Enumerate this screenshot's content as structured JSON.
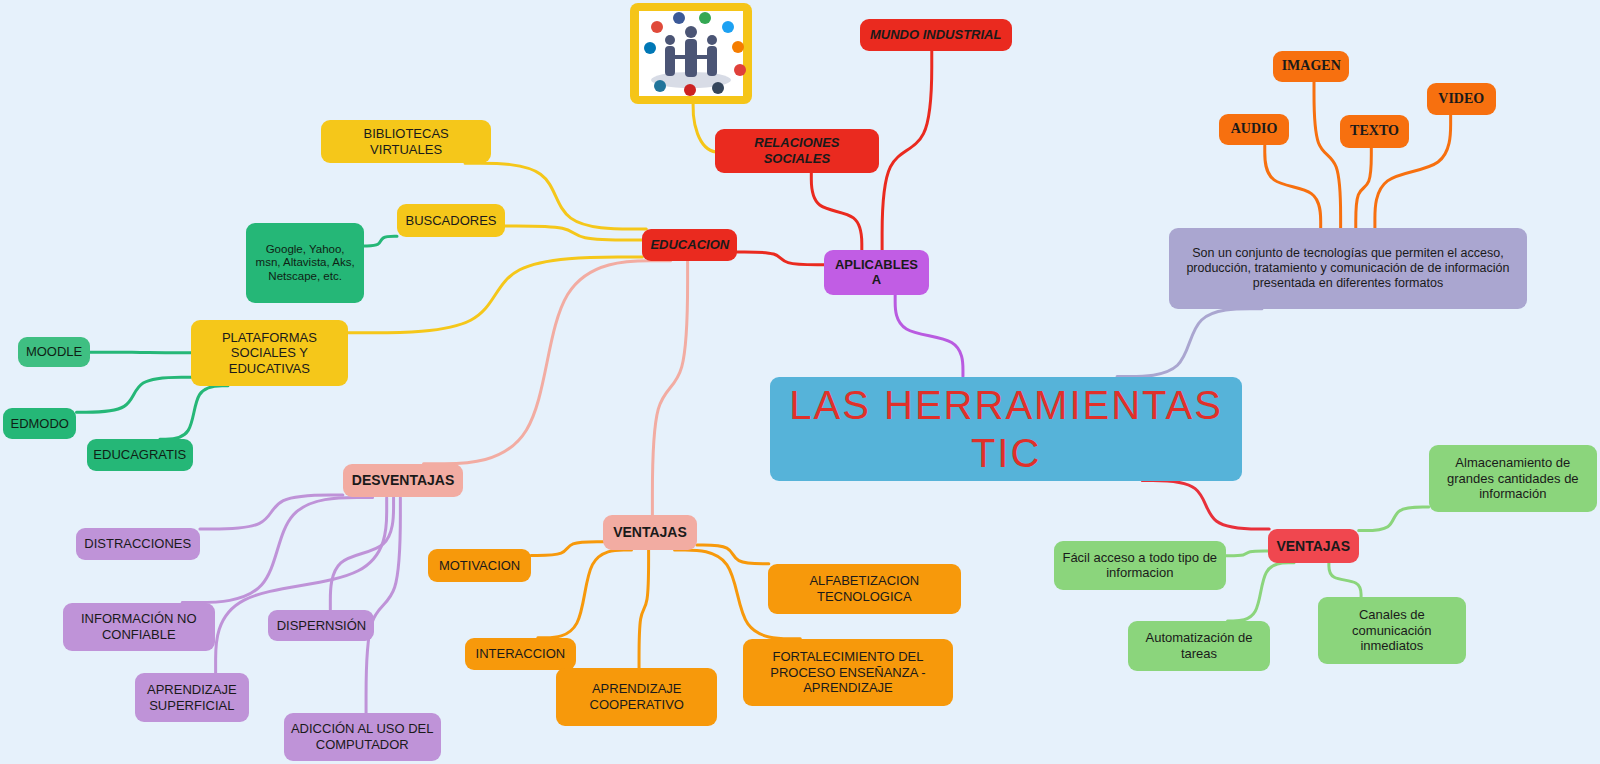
{
  "diagram": {
    "nodes": [
      {
        "text": [
          "LAS HERRAMIENTAS TIC"
        ]
      },
      {
        "text": [
          "APLICABLES A"
        ]
      },
      {
        "text": [
          "EDUCACION"
        ]
      },
      {
        "text": [
          "RELACIONES SOCIALES"
        ]
      },
      {
        "text": [
          "MUNDO INDUSTRIAL"
        ]
      },
      {
        "text": [
          "BIBLIOTECAS VIRTUALES"
        ]
      },
      {
        "text": [
          "BUSCADORES"
        ]
      },
      {
        "text": [
          "Google, Yahoo, msn, Altavista, Aks, Netscape, etc."
        ]
      },
      {
        "text": [
          "PLATAFORMAS SOCIALES Y EDUCATIVAS"
        ]
      },
      {
        "text": [
          "MOODLE"
        ]
      },
      {
        "text": [
          "EDMODO"
        ]
      },
      {
        "text": [
          "EDUCAGRATIS"
        ]
      },
      {
        "text": [
          "DESVENTAJAS"
        ]
      },
      {
        "text": [
          "DISTRACCIONES"
        ]
      },
      {
        "text": [
          "INFORMACIÓN NO CONFIABLE"
        ]
      },
      {
        "text": [
          "DISPERNSIÓN"
        ]
      },
      {
        "text": [
          "APRENDIZAJE SUPERFICIAL"
        ]
      },
      {
        "text": [
          "ADICCIÓN AL USO DEL COMPUTADOR"
        ]
      },
      {
        "text": [
          "VENTAJAS"
        ]
      },
      {
        "text": [
          "MOTIVACION"
        ]
      },
      {
        "text": [
          "INTERACCION"
        ]
      },
      {
        "text": [
          "APRENDIZAJE COOPERATIVO"
        ]
      },
      {
        "text": [
          "ALFABETIZACION TECNOLOGICA"
        ]
      },
      {
        "text": [
          "FORTALECIMIENTO DEL PROCESO ENSEÑANZA -APRENDIZAJE"
        ]
      },
      {
        "text": [
          "Son un conjunto de tecnologías que permiten el acceso, producción, tratamiento y comunicación de de información presentada en diferentes formatos"
        ]
      },
      {
        "text": [
          "IMAGEN"
        ]
      },
      {
        "text": [
          "AUDIO"
        ]
      },
      {
        "text": [
          "TEXTO"
        ]
      },
      {
        "text": [
          "VIDEO"
        ]
      },
      {
        "text": [
          "VENTAJAS"
        ]
      },
      {
        "text": [
          "Almacenamiento de grandes cantidades de información"
        ]
      },
      {
        "text": [
          "Fácil acceso a todo tipo de informacion"
        ]
      },
      {
        "text": [
          "Automatización de tareas"
        ]
      },
      {
        "text": [
          "Canales de comunicación inmediatos"
        ]
      }
    ],
    "edges": [
      {
        "from": 0,
        "to": 1,
        "arrow": "none"
      },
      {
        "from": 1,
        "to": 2,
        "arrow": "none"
      },
      {
        "from": 1,
        "to": 3,
        "arrow": "none"
      },
      {
        "from": 1,
        "to": 4,
        "arrow": "none"
      },
      {
        "from": 2,
        "to": 5,
        "arrow": "none"
      },
      {
        "from": 2,
        "to": 6,
        "arrow": "none"
      },
      {
        "from": 6,
        "to": 7,
        "arrow": "none"
      },
      {
        "from": 2,
        "to": 8,
        "arrow": "none"
      },
      {
        "from": 8,
        "to": 9,
        "arrow": "none"
      },
      {
        "from": 8,
        "to": 10,
        "arrow": "none"
      },
      {
        "from": 8,
        "to": 11,
        "arrow": "none"
      },
      {
        "from": 2,
        "to": 12,
        "arrow": "none"
      },
      {
        "from": 12,
        "to": 13,
        "arrow": "none"
      },
      {
        "from": 12,
        "to": 14,
        "arrow": "none"
      },
      {
        "from": 12,
        "to": 15,
        "arrow": "none"
      },
      {
        "from": 12,
        "to": 16,
        "arrow": "none"
      },
      {
        "from": 12,
        "to": 17,
        "arrow": "none"
      },
      {
        "from": 2,
        "to": 18,
        "arrow": "none"
      },
      {
        "from": 18,
        "to": 19,
        "arrow": "none"
      },
      {
        "from": 18,
        "to": 20,
        "arrow": "none"
      },
      {
        "from": 18,
        "to": 21,
        "arrow": "none"
      },
      {
        "from": 18,
        "to": 22,
        "arrow": "none"
      },
      {
        "from": 18,
        "to": 23,
        "arrow": "none"
      },
      {
        "from": 0,
        "to": 24,
        "arrow": "none"
      },
      {
        "from": 24,
        "to": 25,
        "arrow": "none"
      },
      {
        "from": 24,
        "to": 26,
        "arrow": "none"
      },
      {
        "from": 24,
        "to": 27,
        "arrow": "none"
      },
      {
        "from": 24,
        "to": 28,
        "arrow": "none"
      },
      {
        "from": 0,
        "to": 29,
        "arrow": "none"
      },
      {
        "from": 29,
        "to": 30,
        "arrow": "none"
      },
      {
        "from": 29,
        "to": 31,
        "arrow": "none"
      },
      {
        "from": 29,
        "to": 32,
        "arrow": "none"
      },
      {
        "from": 29,
        "to": 33,
        "arrow": "none"
      }
    ]
  }
}
